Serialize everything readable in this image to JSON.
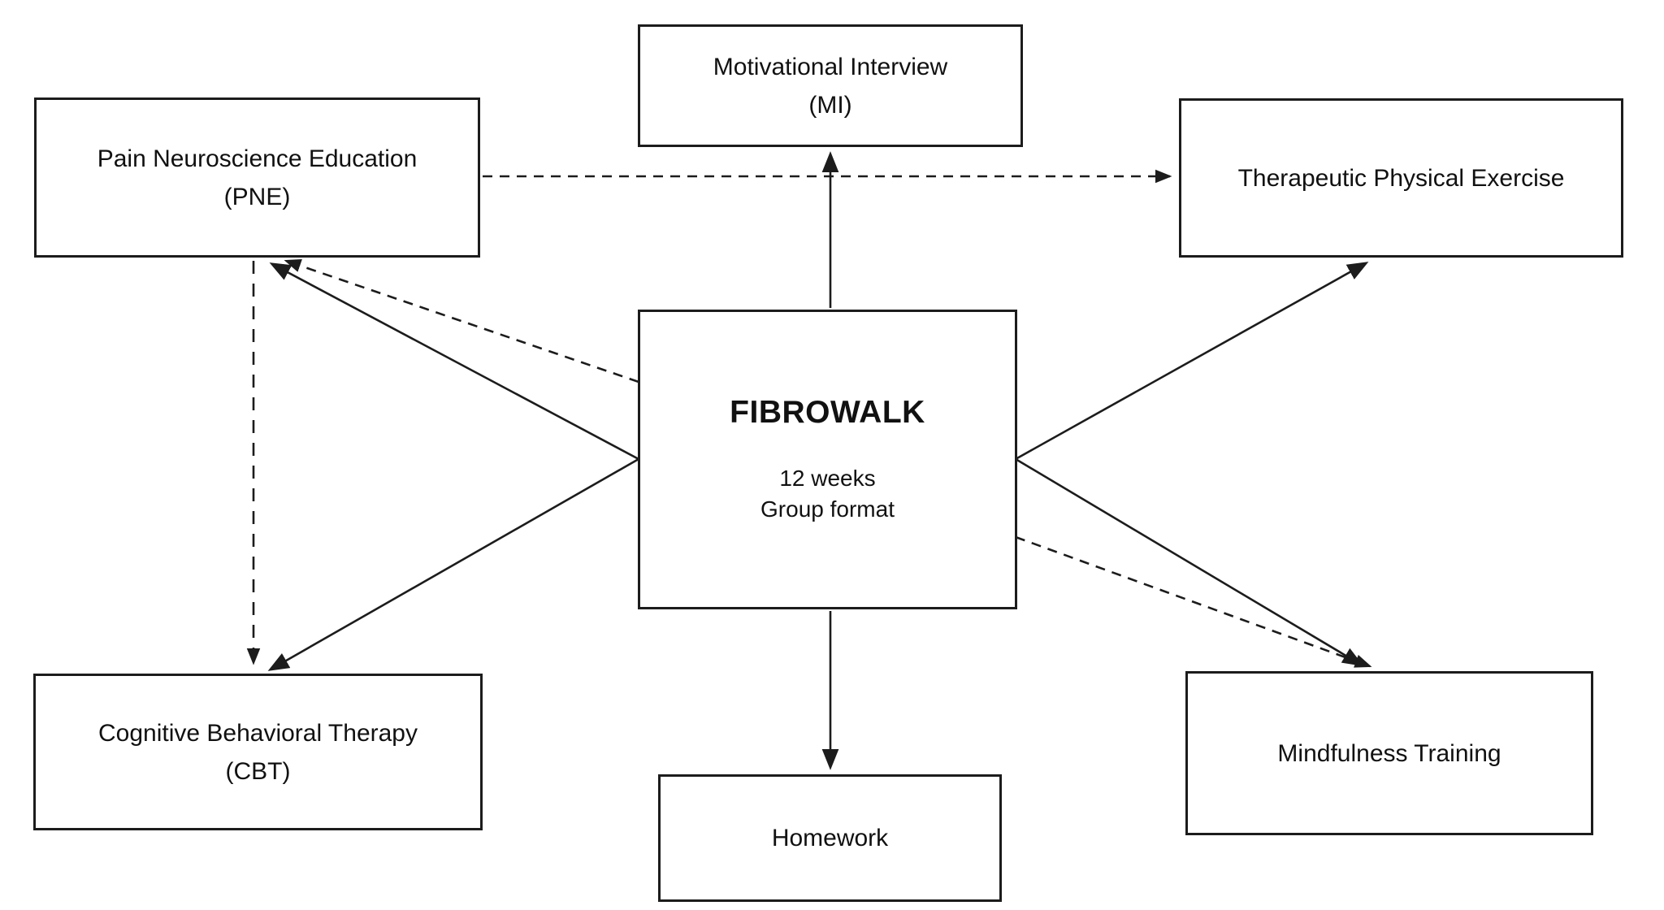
{
  "diagram": {
    "center": {
      "title": "FIBROWALK",
      "detail_line1": "12 weeks",
      "detail_line2": "Group format"
    },
    "nodes": {
      "mi": {
        "line1": "Motivational Interview",
        "line2": "(MI)"
      },
      "pne": {
        "line1": "Pain Neuroscience Education",
        "line2": "(PNE)"
      },
      "tpe": {
        "line1": "Therapeutic Physical Exercise"
      },
      "cbt": {
        "line1": "Cognitive Behavioral Therapy",
        "line2": "(CBT)"
      },
      "mindfulness": {
        "line1": "Mindfulness Training"
      },
      "homework": {
        "line1": "Homework"
      }
    },
    "edges": [
      {
        "from": "FIBROWALK",
        "to": "Motivational Interview (MI)",
        "style": "solid"
      },
      {
        "from": "FIBROWALK",
        "to": "Pain Neuroscience Education (PNE)",
        "style": "solid"
      },
      {
        "from": "FIBROWALK",
        "to": "Pain Neuroscience Education (PNE)",
        "style": "dashed"
      },
      {
        "from": "FIBROWALK",
        "to": "Cognitive Behavioral Therapy (CBT)",
        "style": "solid"
      },
      {
        "from": "FIBROWALK",
        "to": "Therapeutic Physical Exercise",
        "style": "solid"
      },
      {
        "from": "FIBROWALK",
        "to": "Mindfulness Training",
        "style": "solid"
      },
      {
        "from": "FIBROWALK",
        "to": "Mindfulness Training",
        "style": "dashed"
      },
      {
        "from": "FIBROWALK",
        "to": "Homework",
        "style": "solid"
      },
      {
        "from": "Pain Neuroscience Education (PNE)",
        "to": "Therapeutic Physical Exercise",
        "style": "dashed"
      },
      {
        "from": "Pain Neuroscience Education (PNE)",
        "to": "Cognitive Behavioral Therapy (CBT)",
        "style": "dashed"
      }
    ],
    "colors": {
      "line": "#1c1c1c",
      "text": "#111111",
      "background": "#ffffff"
    }
  }
}
